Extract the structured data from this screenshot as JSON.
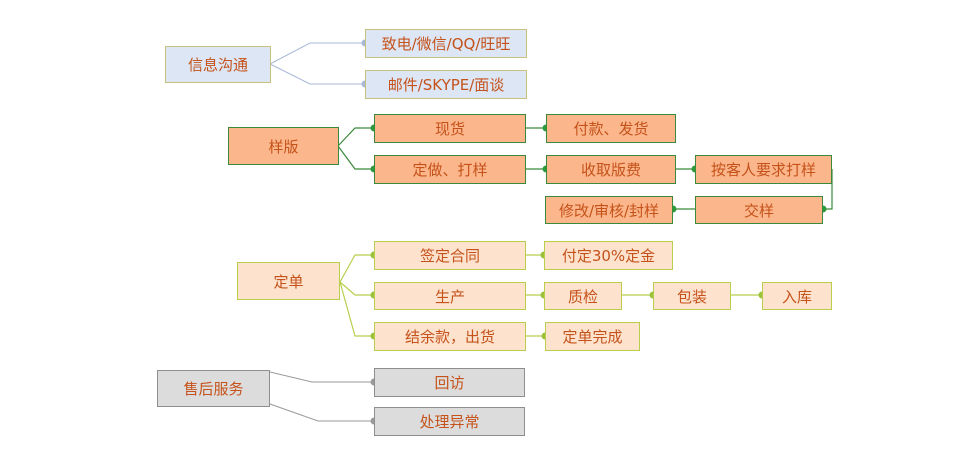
{
  "colors": {
    "comm_line": "#a8b8d8",
    "comm_dot": "#a8b8d8",
    "sample_line": "#3b8a3b",
    "sample_dot": "#2e9a3e",
    "order_line": "#b8cf4e",
    "order_dot": "#9cc23a",
    "after_line": "#9a9a9a",
    "after_dot": "#9a9a9a"
  },
  "communication": {
    "label": "信息沟通",
    "items": [
      "致电/微信/QQ/旺旺",
      "邮件/SKYPE/面谈"
    ]
  },
  "sample": {
    "label": "样版",
    "in_stock": "现货",
    "pay_ship": "付款、发货",
    "custom": "定做、打样",
    "fee": "收取版费",
    "request": "按客人要求打样",
    "deliver": "交样",
    "revise": "修改/审核/封样"
  },
  "order": {
    "label": "定单",
    "contract": "签定合同",
    "deposit": "付定30%定金",
    "production": "生产",
    "qc": "质检",
    "packing": "包装",
    "storage": "入库",
    "balance": "结余款，出货",
    "complete": "定单完成"
  },
  "after_sales": {
    "label": "售后服务",
    "items": [
      "回访",
      "处理异常"
    ]
  }
}
